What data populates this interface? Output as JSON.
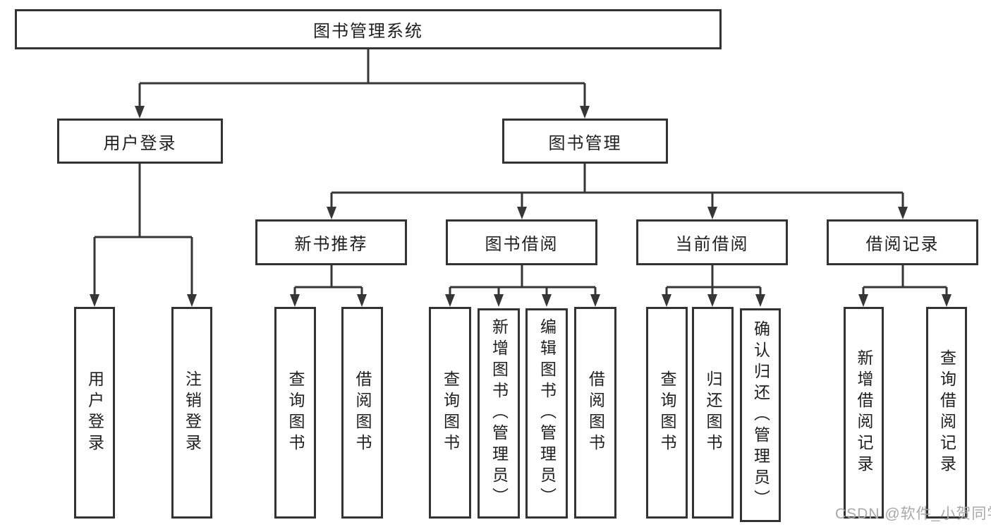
{
  "tree": {
    "label": "图书管理系统",
    "children": [
      {
        "label": "用户登录",
        "children": [
          {
            "label": "用户登录"
          },
          {
            "label": "注销登录"
          }
        ]
      },
      {
        "label": "图书管理",
        "children": [
          {
            "label": "新书推荐",
            "children": [
              {
                "label": "查询图书"
              },
              {
                "label": "借阅图书"
              }
            ]
          },
          {
            "label": "图书借阅",
            "children": [
              {
                "label": "查询图书"
              },
              {
                "label": "新增图书（管理员）"
              },
              {
                "label": "编辑图书（管理员）"
              },
              {
                "label": "借阅图书"
              }
            ]
          },
          {
            "label": "当前借阅",
            "children": [
              {
                "label": "查询图书"
              },
              {
                "label": "归还图书"
              },
              {
                "label": "确认归还（管理员）"
              }
            ]
          },
          {
            "label": "借阅记录",
            "children": [
              {
                "label": "新增借阅记录"
              },
              {
                "label": "查询借阅记录"
              }
            ]
          }
        ]
      }
    ]
  },
  "watermark": {
    "text": "CSDN @软件_小贺同学"
  },
  "colors": {
    "line": "#363636",
    "box_border": "#333333",
    "text": "#1f1f1f",
    "background": "#ffffff",
    "watermark": "#a9a9a9"
  }
}
